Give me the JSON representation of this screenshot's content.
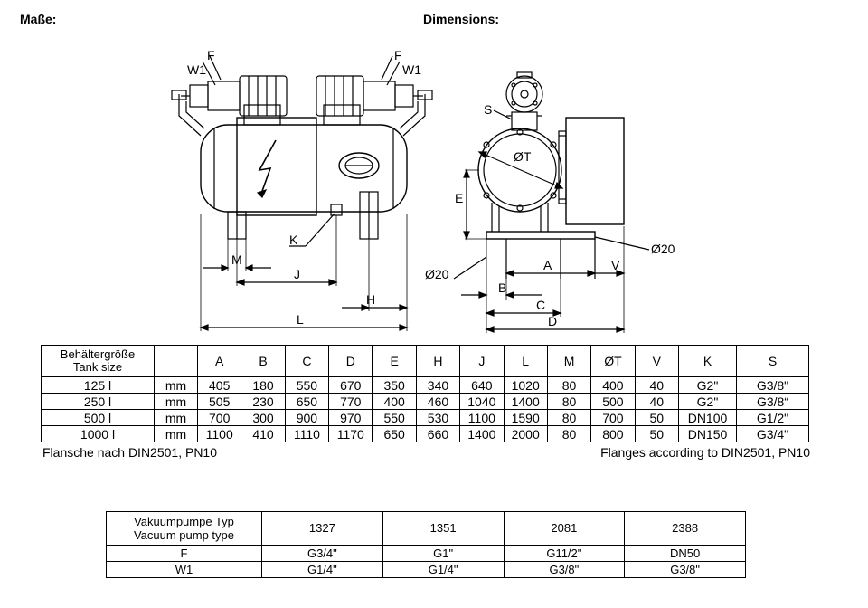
{
  "header": {
    "title_de": "Maße:",
    "title_en": "Dimensions:"
  },
  "drawing": {
    "labels": {
      "F_left": "F",
      "W1_left": "W1",
      "F_right": "F",
      "W1_right": "W1",
      "K": "K",
      "M": "M",
      "J": "J",
      "H": "H",
      "L": "L",
      "S": "S",
      "T": "ØT",
      "E": "E",
      "d20_right": "Ø20",
      "d20_left": "Ø20",
      "A": "A",
      "V": "V",
      "B": "B",
      "C": "C",
      "D": "D"
    }
  },
  "dims_table": {
    "header_de": "Behältergröße",
    "header_en": "Tank size",
    "columns": [
      "A",
      "B",
      "C",
      "D",
      "E",
      "H",
      "J",
      "L",
      "M",
      "ØT",
      "V",
      "K",
      "S"
    ],
    "rows": [
      {
        "size": "125 l",
        "unit": "mm",
        "values": [
          "405",
          "180",
          "550",
          "670",
          "350",
          "340",
          "640",
          "1020",
          "80",
          "400",
          "40",
          "G2\"",
          "G3/8\""
        ]
      },
      {
        "size": "250 l",
        "unit": "mm",
        "values": [
          "505",
          "230",
          "650",
          "770",
          "400",
          "460",
          "1040",
          "1400",
          "80",
          "500",
          "40",
          "G2\"",
          "G3/8“"
        ]
      },
      {
        "size": "500 l",
        "unit": "mm",
        "values": [
          "700",
          "300",
          "900",
          "970",
          "550",
          "530",
          "1100",
          "1590",
          "80",
          "700",
          "50",
          "DN100",
          "G1/2\""
        ]
      },
      {
        "size": "1000 l",
        "unit": "mm",
        "values": [
          "1100",
          "410",
          "1110",
          "1170",
          "650",
          "660",
          "1400",
          "2000",
          "80",
          "800",
          "50",
          "DN150",
          "G3/4\""
        ]
      }
    ],
    "note_de": "Flansche nach DIN2501, PN10",
    "note_en": "Flanges according to DIN2501, PN10"
  },
  "pump_table": {
    "header_de": "Vakuumpumpe Typ",
    "header_en": "Vacuum pump type",
    "types": [
      "1327",
      "1351",
      "2081",
      "2388"
    ],
    "rows": [
      {
        "label": "F",
        "values": [
          "G3/4\"",
          "G1\"",
          "G11/2\"",
          "DN50"
        ]
      },
      {
        "label": "W1",
        "values": [
          "G1/4\"",
          "G1/4\"",
          "G3/8\"",
          "G3/8\""
        ]
      }
    ]
  }
}
